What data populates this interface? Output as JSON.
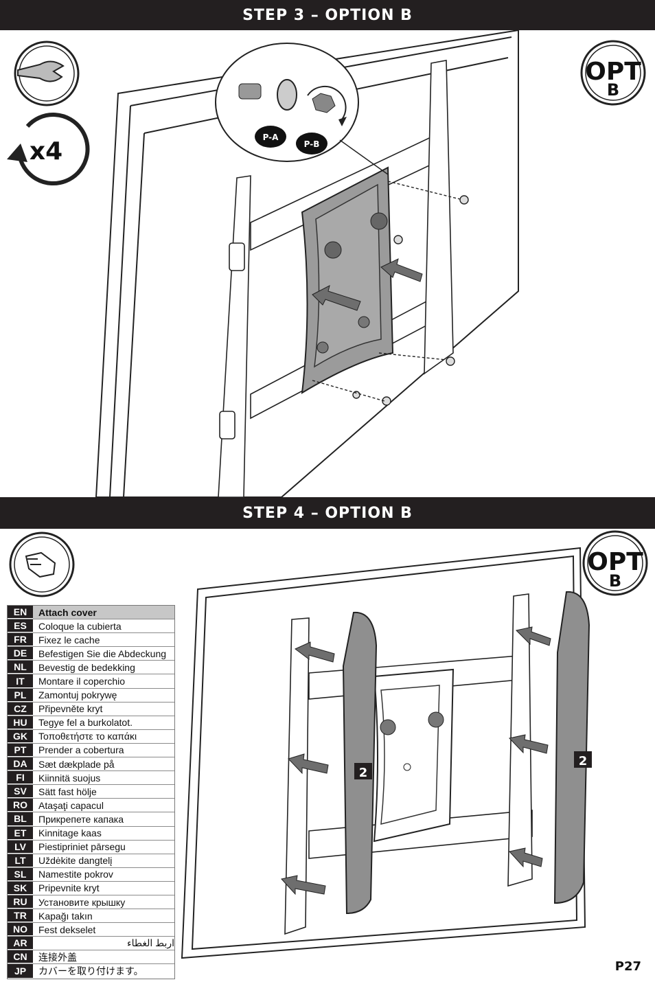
{
  "step3": {
    "title": "STEP 3 – OPTION B",
    "count_label": "x4",
    "opt_label": "OPT",
    "opt_sub": "B",
    "callout_a": "P-A",
    "callout_b": "P-B",
    "icons": [
      "wrench-icon",
      "rotate-arrow-icon"
    ]
  },
  "step4": {
    "title": "STEP 4 – OPTION B",
    "opt_label": "OPT",
    "opt_sub": "B",
    "part_label_left": "2",
    "part_label_right": "2",
    "icons": [
      "hand-icon"
    ]
  },
  "languages": [
    {
      "code": "EN",
      "text": "Attach cover"
    },
    {
      "code": "ES",
      "text": "Coloque la cubierta"
    },
    {
      "code": "FR",
      "text": "Fixez le cache"
    },
    {
      "code": "DE",
      "text": "Befestigen Sie die Abdeckung"
    },
    {
      "code": "NL",
      "text": "Bevestig de bedekking"
    },
    {
      "code": "IT",
      "text": "Montare il coperchio"
    },
    {
      "code": "PL",
      "text": "Zamontuj pokrywę"
    },
    {
      "code": "CZ",
      "text": "Připevněte kryt"
    },
    {
      "code": "HU",
      "text": "Tegye fel a burkolatot."
    },
    {
      "code": "GK",
      "text": "Τοποθετήστε το καπάκι"
    },
    {
      "code": "PT",
      "text": "Prender a cobertura"
    },
    {
      "code": "DA",
      "text": "Sæt dækplade på"
    },
    {
      "code": "FI",
      "text": "Kiinnitä suojus"
    },
    {
      "code": "SV",
      "text": "Sätt fast hölje"
    },
    {
      "code": "RO",
      "text": "Ataşaţi capacul"
    },
    {
      "code": "BL",
      "text": "Прикрепете капака"
    },
    {
      "code": "ET",
      "text": "Kinnitage kaas"
    },
    {
      "code": "LV",
      "text": "Piestipriniet pārsegu"
    },
    {
      "code": "LT",
      "text": "Uždėkite dangtelį"
    },
    {
      "code": "SL",
      "text": "Namestite pokrov"
    },
    {
      "code": "SK",
      "text": "Pripevnite kryt"
    },
    {
      "code": "RU",
      "text": "Установите крышку"
    },
    {
      "code": "TR",
      "text": "Kapağı takın"
    },
    {
      "code": "NO",
      "text": "Fest dekselet"
    },
    {
      "code": "AR",
      "text": "اربط الغطاء"
    },
    {
      "code": "CN",
      "text": "连接外盖"
    },
    {
      "code": "JP",
      "text": "カバーを取り付けます。"
    }
  ],
  "page_number": "P27",
  "colors": {
    "header_bg": "#231f20",
    "plate_gray": "#9b9b9b",
    "arrow_gray": "#6e6e6e"
  }
}
